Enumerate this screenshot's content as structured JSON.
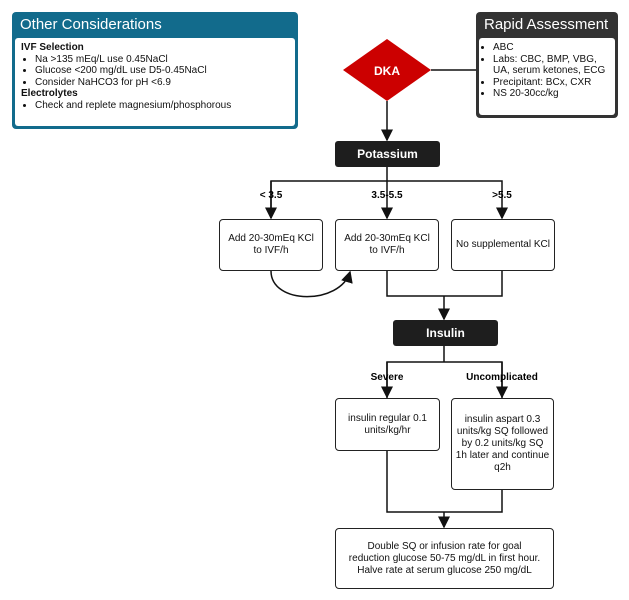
{
  "other": {
    "title": "Other Considerations",
    "ivf_heading": "IVF Selection",
    "ivf_items": [
      "Na >135 mEq/L use 0.45NaCl",
      "Glucose <200 mg/dL use D5-0.45NaCl",
      "Consider NaHCO3 for pH <6.9"
    ],
    "electrolytes_heading": "Electrolytes",
    "electrolyte_items": [
      "Check and replete magnesium/phosphorous"
    ]
  },
  "rapid": {
    "title": "Rapid Assessment",
    "items": [
      "ABC",
      "Labs: CBC, BMP, VBG, UA, serum ketones, ECG",
      "Precipitant: BCx, CXR",
      "NS 20-30cc/kg"
    ]
  },
  "dka": "DKA",
  "potassium": {
    "title": "Potassium",
    "branches": [
      {
        "label": "< 3.5",
        "action": "Add 20-30mEq KCl to IVF/h"
      },
      {
        "label": "3.5-5.5",
        "action": "Add 20-30mEq KCl to IVF/h"
      },
      {
        "label": ">5.5",
        "action": "No supplemental KCl"
      }
    ]
  },
  "insulin": {
    "title": "Insulin",
    "branches": [
      {
        "label": "Severe",
        "action": "insulin regular 0.1 units/kg/hr"
      },
      {
        "label": "Uncomplicated",
        "action": "insulin aspart 0.3 units/kg SQ followed by 0.2 units/kg SQ 1h later and continue q2h"
      }
    ]
  },
  "final": "Double SQ or infusion rate for goal reduction glucose 50-75 mg/dL in first hour. Halve rate at serum glucose 250 mg/dL",
  "colors": {
    "teal": "#126b8c",
    "red": "#cc0000",
    "dark": "#1e1e1e",
    "rapid_header": "#333333"
  }
}
